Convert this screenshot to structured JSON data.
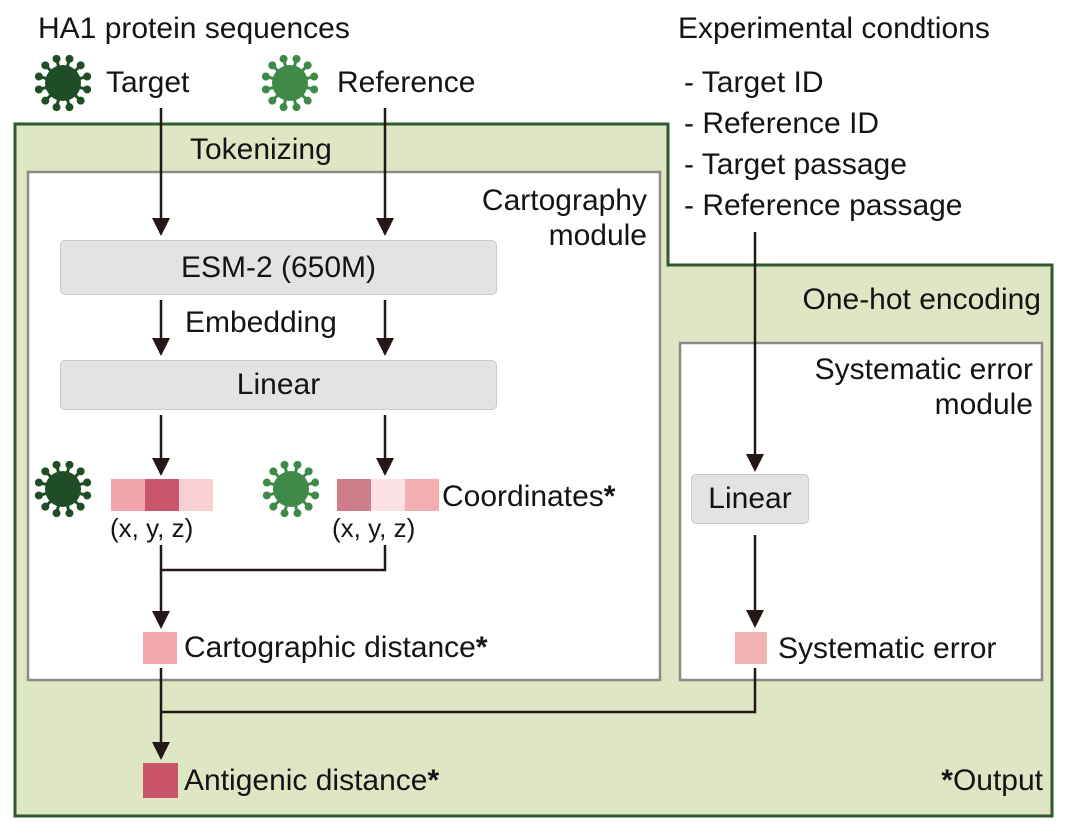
{
  "inputs": {
    "title": "HA1 protein sequences",
    "target_label": "Target",
    "reference_label": "Reference",
    "target_virus_icon": "virus-dark-green-icon",
    "reference_virus_icon": "virus-light-green-icon"
  },
  "conditions": {
    "title": "Experimental condtions",
    "items": [
      "- Target ID",
      "- Reference ID",
      "- Target passage",
      "- Reference passage"
    ]
  },
  "stages": {
    "tokenizing": "Tokenizing",
    "one_hot": "One-hot encoding"
  },
  "cartography": {
    "title_line1": "Cartography",
    "title_line2": "module",
    "esm_label": "ESM-2 (650M)",
    "embedding_label": "Embedding",
    "linear_label": "Linear",
    "coords_label": "Coordinates",
    "coords_star": "*",
    "xyz_target": "(x, y, z)",
    "xyz_reference": "(x, y, z)",
    "distance_label": "Cartographic distance",
    "distance_star": "*"
  },
  "systematic": {
    "title_line1": "Systematic error",
    "title_line2": "module",
    "linear_label": "Linear",
    "error_label": "Systematic error"
  },
  "output": {
    "antigenic_label": "Antigenic distance",
    "antigenic_star": "*",
    "legend_star": "*",
    "legend_text": "Output"
  },
  "colors": {
    "outer_fill": "#dfe6c4",
    "outer_border": "#2f5a2f",
    "module_border": "#8a8a8a",
    "virus_target": "#1f4d25",
    "virus_reference": "#3f8a49",
    "target_coords": [
      "#f2a5aa",
      "#c9566a",
      "#f8cfd2"
    ],
    "reference_coords": [
      "#cf7d8a",
      "#fbe3e5",
      "#f3aeb1"
    ],
    "cartographic_distance": "#f2a8ad",
    "systematic_error": "#f3b2b3",
    "antigenic_distance": "#c95468"
  }
}
